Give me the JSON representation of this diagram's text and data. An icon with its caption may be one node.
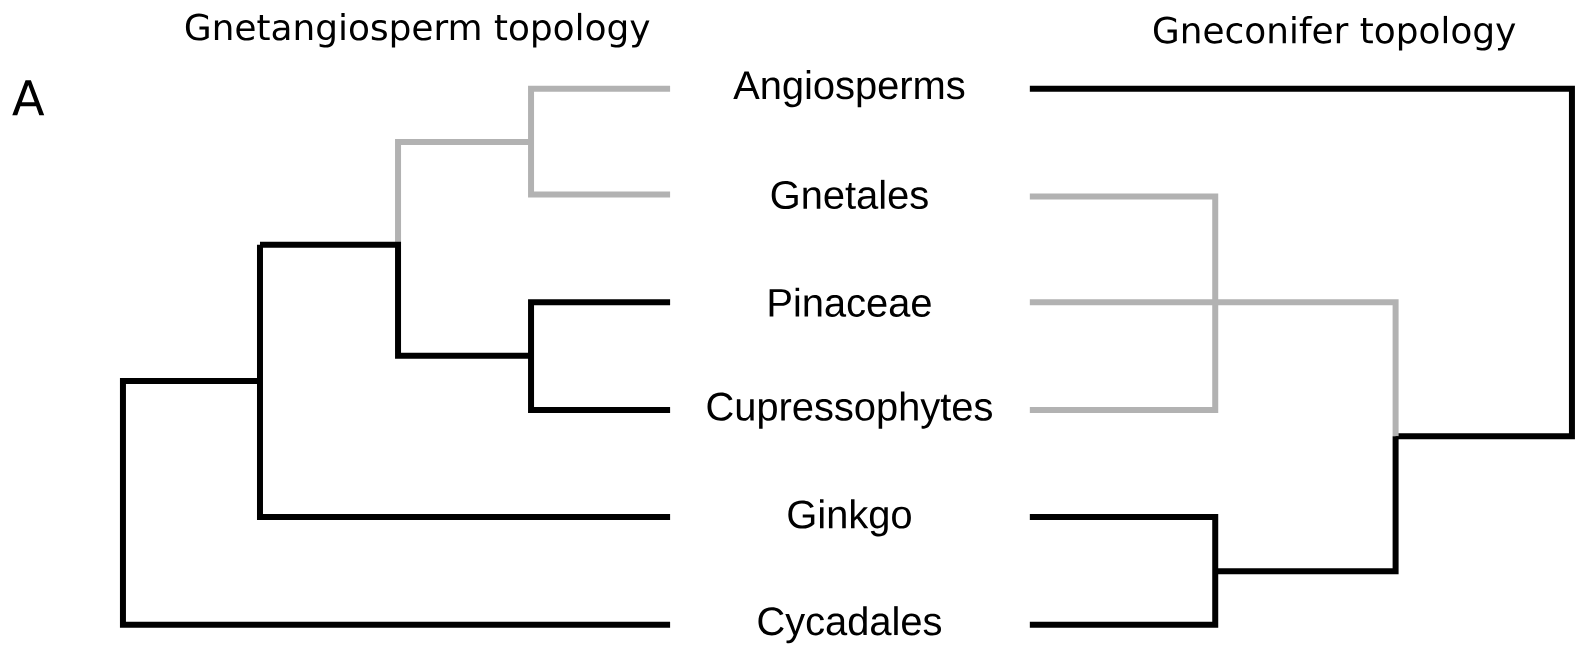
{
  "diagram": {
    "nodes": [
      {
        "text": [
          "Angiosperms"
        ]
      },
      {
        "text": [
          "Gnetales"
        ]
      },
      {
        "text": [
          "Pinaceae"
        ]
      },
      {
        "text": [
          "Cupressophytes"
        ]
      },
      {
        "text": [
          "Ginkgo"
        ]
      },
      {
        "text": [
          "Cycadales"
        ]
      }
    ],
    "labels": [
      "Gnetangiosperm topology",
      "Gneconifer topology",
      "A"
    ]
  }
}
